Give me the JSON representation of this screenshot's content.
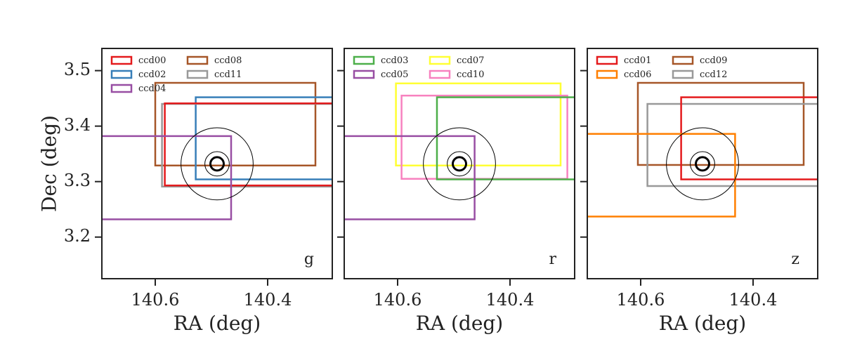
{
  "chart_data": {
    "type": "rect-footprints",
    "shared": {
      "xlabel": "RA (deg)",
      "ylabel": "Dec (deg)",
      "xlim": [
        140.695,
        140.285
      ],
      "ylim": [
        3.125,
        3.54
      ],
      "xticks": [
        140.6,
        140.4
      ],
      "xtick_labels": [
        "140.6",
        "140.4"
      ],
      "yticks": [
        3.2,
        3.3,
        3.4,
        3.5
      ],
      "ytick_labels": [
        "3.2",
        "3.3",
        "3.4",
        "3.5"
      ],
      "target": {
        "ra": 140.49,
        "dec": 3.332,
        "circle_radii_deg": [
          0.012,
          0.022,
          0.065
        ]
      }
    },
    "panels": [
      {
        "band": "g",
        "legend": [
          {
            "name": "ccd00",
            "color": "#e41a1c"
          },
          {
            "name": "ccd08",
            "color": "#a65628"
          },
          {
            "name": "ccd02",
            "color": "#377eb8"
          },
          {
            "name": "ccd11",
            "color": "#999999"
          },
          {
            "name": "ccd04",
            "color": "#984ea3"
          }
        ],
        "rects": [
          {
            "ccd": "ccd08",
            "ra_min": 140.315,
            "ra_max": 140.6,
            "dec_min": 3.329,
            "dec_max": 3.478
          },
          {
            "ccd": "ccd02",
            "ra_min": 140.25,
            "ra_max": 140.528,
            "dec_min": 3.304,
            "dec_max": 3.452
          },
          {
            "ccd": "ccd11",
            "ra_min": 140.25,
            "ra_max": 140.588,
            "dec_min": 3.291,
            "dec_max": 3.44
          },
          {
            "ccd": "ccd00",
            "ra_min": 140.25,
            "ra_max": 140.583,
            "dec_min": 3.293,
            "dec_max": 3.441
          },
          {
            "ccd": "ccd04",
            "ra_min": 140.465,
            "ra_max": 140.75,
            "dec_min": 3.232,
            "dec_max": 3.382
          }
        ]
      },
      {
        "band": "r",
        "legend": [
          {
            "name": "ccd03",
            "color": "#4daf4a"
          },
          {
            "name": "ccd07",
            "color": "#ffff33"
          },
          {
            "name": "ccd05",
            "color": "#984ea3"
          },
          {
            "name": "ccd10",
            "color": "#f781bf"
          }
        ],
        "rects": [
          {
            "ccd": "ccd07",
            "ra_min": 140.31,
            "ra_max": 140.603,
            "dec_min": 3.329,
            "dec_max": 3.477
          },
          {
            "ccd": "ccd10",
            "ra_min": 140.298,
            "ra_max": 140.593,
            "dec_min": 3.305,
            "dec_max": 3.455
          },
          {
            "ccd": "ccd03",
            "ra_min": 140.25,
            "ra_max": 140.53,
            "dec_min": 3.304,
            "dec_max": 3.452
          },
          {
            "ccd": "ccd05",
            "ra_min": 140.463,
            "ra_max": 140.75,
            "dec_min": 3.232,
            "dec_max": 3.382
          }
        ]
      },
      {
        "band": "z",
        "legend": [
          {
            "name": "ccd01",
            "color": "#e41a1c"
          },
          {
            "name": "ccd09",
            "color": "#a65628"
          },
          {
            "name": "ccd06",
            "color": "#ff7f00"
          },
          {
            "name": "ccd12",
            "color": "#999999"
          }
        ],
        "rects": [
          {
            "ccd": "ccd09",
            "ra_min": 140.31,
            "ra_max": 140.605,
            "dec_min": 3.33,
            "dec_max": 3.478
          },
          {
            "ccd": "ccd12",
            "ra_min": 140.25,
            "ra_max": 140.588,
            "dec_min": 3.292,
            "dec_max": 3.44
          },
          {
            "ccd": "ccd01",
            "ra_min": 140.25,
            "ra_max": 140.528,
            "dec_min": 3.304,
            "dec_max": 3.452
          },
          {
            "ccd": "ccd06",
            "ra_min": 140.432,
            "ra_max": 140.75,
            "dec_min": 3.237,
            "dec_max": 3.386
          }
        ]
      }
    ]
  }
}
